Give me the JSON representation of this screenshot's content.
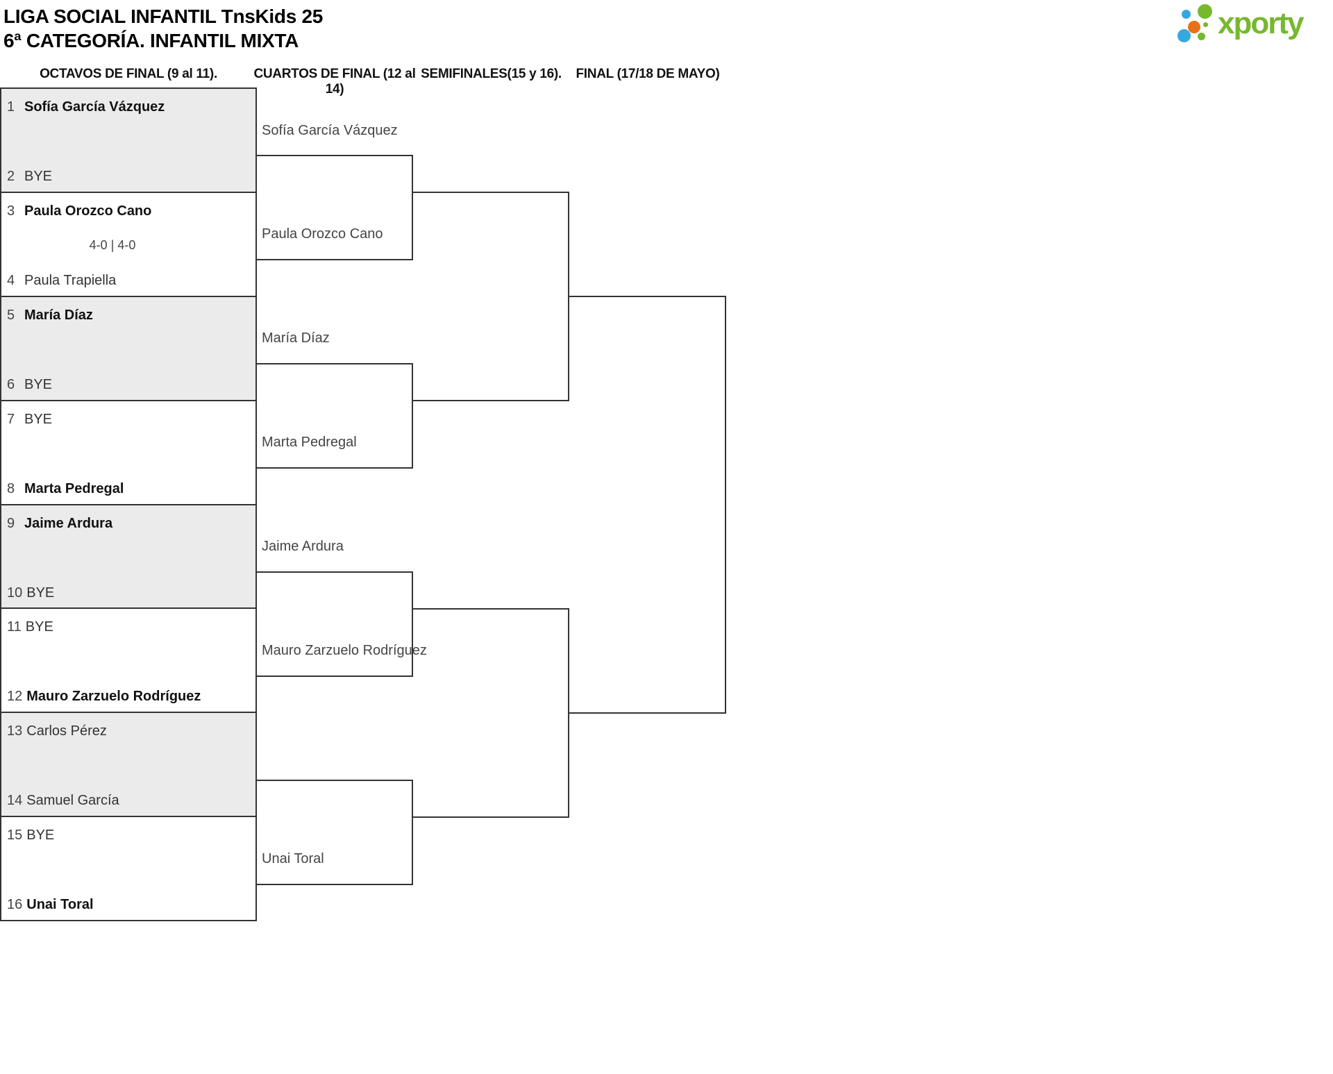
{
  "title": {
    "line1": "LIGA SOCIAL INFANTIL TnsKids 25",
    "line2": "6ª CATEGORÍA. INFANTIL MIXTA"
  },
  "logo": {
    "text": "xporty"
  },
  "rounds": [
    {
      "label": "OCTAVOS DE FINAL (9 al 11)."
    },
    {
      "label": "CUARTOS DE FINAL (12 al 14)"
    },
    {
      "label": "SEMIFINALES(15 y 16)."
    },
    {
      "label": "FINAL (17/18 DE MAYO)"
    }
  ],
  "r16": [
    {
      "n": "1",
      "name": "Sofía García Vázquez"
    },
    {
      "n": "2",
      "name": "BYE"
    },
    {
      "n": "3",
      "name": "Paula Orozco Cano"
    },
    {
      "n": "4",
      "name": "Paula Trapiella"
    },
    {
      "n": "5",
      "name": "María Díaz"
    },
    {
      "n": "6",
      "name": "BYE"
    },
    {
      "n": "7",
      "name": "BYE"
    },
    {
      "n": "8",
      "name": "Marta Pedregal"
    },
    {
      "n": "9",
      "name": "Jaime Ardura"
    },
    {
      "n": "10",
      "name": "BYE"
    },
    {
      "n": "11",
      "name": "BYE"
    },
    {
      "n": "12",
      "name": "Mauro Zarzuelo Rodríguez"
    },
    {
      "n": "13",
      "name": "Carlos Pérez"
    },
    {
      "n": "14",
      "name": "Samuel García"
    },
    {
      "n": "15",
      "name": "BYE"
    },
    {
      "n": "16",
      "name": "Unai Toral"
    }
  ],
  "match2_score": "4-0 | 4-0",
  "qf": [
    "Sofía García Vázquez",
    "Paula Orozco Cano",
    "María Díaz",
    "Marta Pedregal",
    "Jaime Ardura",
    "Mauro Zarzuelo Rodríguez",
    "",
    "Unai Toral"
  ],
  "colors": {
    "accent_green": "#76b82e",
    "dot_blue": "#35a8e0",
    "dot_orange": "#e87117",
    "box_gray": "#ebebeb",
    "line": "#333333"
  }
}
